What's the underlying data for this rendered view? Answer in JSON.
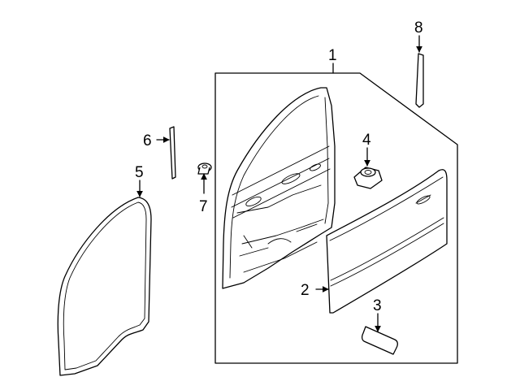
{
  "callouts": [
    {
      "id": "1",
      "text": "1"
    },
    {
      "id": "2",
      "text": "2"
    },
    {
      "id": "3",
      "text": "3"
    },
    {
      "id": "4",
      "text": "4"
    },
    {
      "id": "5",
      "text": "5"
    },
    {
      "id": "6",
      "text": "6"
    },
    {
      "id": "7",
      "text": "7"
    },
    {
      "id": "8",
      "text": "8"
    }
  ],
  "colors": {
    "line": "#000000",
    "background": "#ffffff"
  }
}
